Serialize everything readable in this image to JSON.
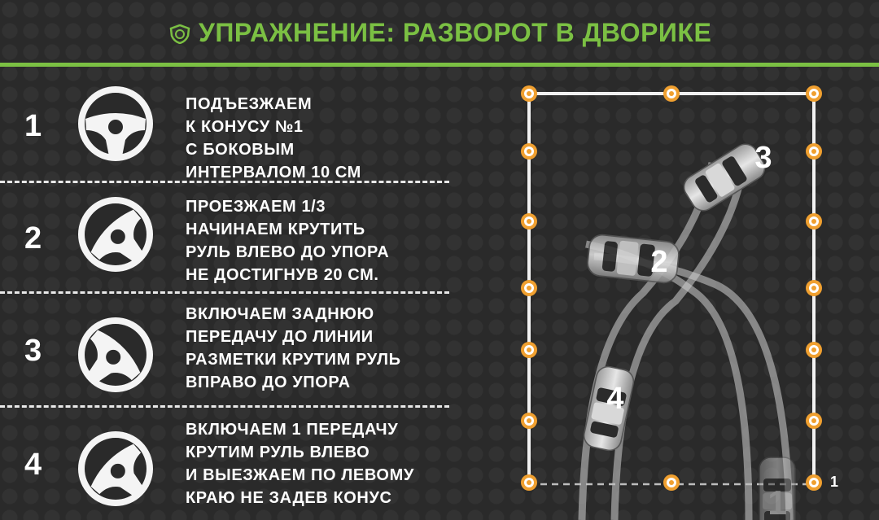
{
  "header": {
    "title": "УПРАЖНЕНИЕ: РАЗВОРОТ В ДВОРИКЕ",
    "accent_color": "#7bc043",
    "logo_icon": "shield-steering-icon"
  },
  "steps": [
    {
      "number": "1",
      "lines": [
        "ПОДЪЕЗЖАЕМ",
        "К КОНУСУ №1",
        "С БОКОВЫМ",
        "ИНТЕРВАЛОМ 10 СМ"
      ],
      "icon": "steering-wheel-straight-icon",
      "wheel_rotation_deg": 0
    },
    {
      "number": "2",
      "lines": [
        "ПРОЕЗЖАЕМ 1/3",
        "НАЧИНАЕМ КРУТИТЬ",
        "РУЛЬ ВЛЕВО  ДО УПОРА",
        "НЕ ДОСТИГНУВ 20 СМ."
      ],
      "icon": "steering-wheel-left-icon",
      "wheel_rotation_deg": -45
    },
    {
      "number": "3",
      "lines": [
        "ВКЛЮЧАЕМ  ЗАДНЮЮ",
        "ПЕРЕДАЧУ ДО ЛИНИИ",
        "РАЗМЕТКИ КРУТИМ РУЛЬ",
        "ВПРАВО ДО УПОРА"
      ],
      "icon": "steering-wheel-right-icon",
      "wheel_rotation_deg": 45
    },
    {
      "number": "4",
      "lines": [
        "ВКЛЮЧАЕМ 1 ПЕРЕДАЧУ",
        "КРУТИМ РУЛЬ ВЛЕВО",
        "И ВЫЕЗЖАЕМ ПО ЛЕВОМУ",
        "КРАЮ НЕ ЗАДЕВ КОНУС"
      ],
      "icon": "steering-wheel-left-icon",
      "wheel_rotation_deg": -45
    }
  ],
  "diagram": {
    "cars": [
      {
        "label": "1"
      },
      {
        "label": "2"
      },
      {
        "label": "3"
      },
      {
        "label": "4"
      }
    ],
    "cone_label": "1",
    "cone_color": "#f0a030"
  }
}
